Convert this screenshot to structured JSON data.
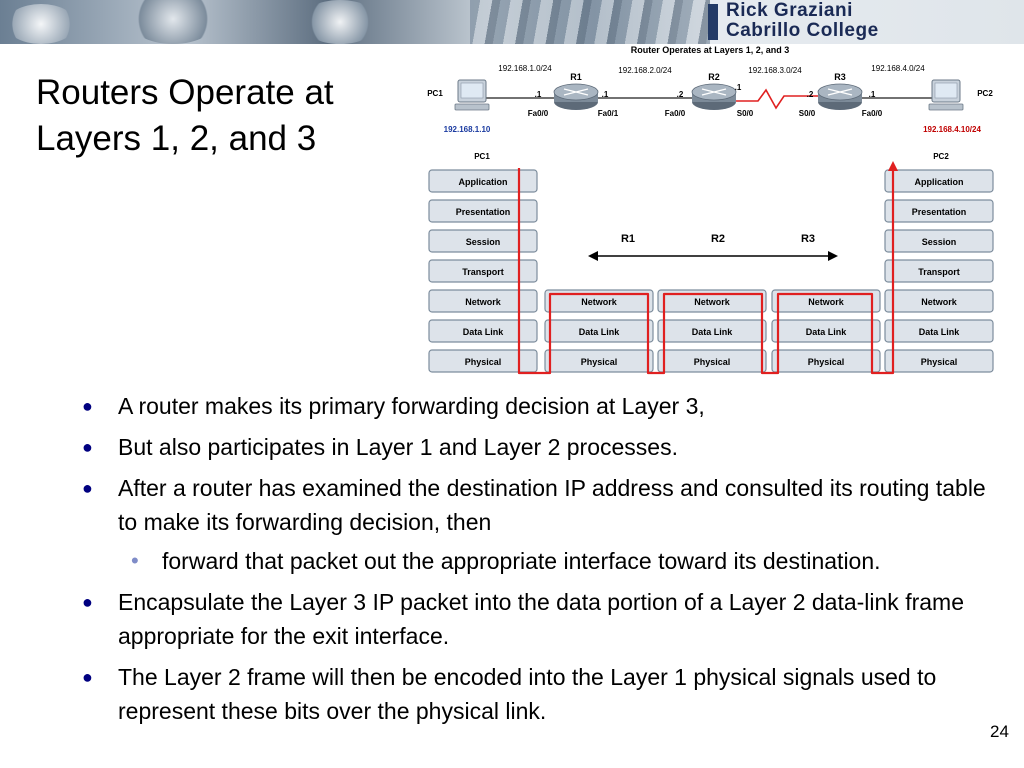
{
  "header": {
    "credit_line1": "Rick Graziani",
    "credit_line2": "Cabrillo College"
  },
  "slide": {
    "title": "Routers Operate at Layers 1, 2, and 3",
    "page_number": "24",
    "bullets": [
      {
        "level": 1,
        "text": "A router makes its primary forwarding decision at Layer 3,"
      },
      {
        "level": 1,
        "text": "But also participates in Layer 1 and Layer 2 processes."
      },
      {
        "level": 1,
        "text": "After a router has examined the destination IP address and consulted its routing table to make its forwarding decision, then"
      },
      {
        "level": 2,
        "text": "forward that packet out the appropriate interface toward its destination."
      },
      {
        "level": 1,
        "text": "Encapsulate the Layer 3 IP packet into the data portion of a Layer 2 data-link frame appropriate for the exit interface."
      },
      {
        "level": 1,
        "text": "The Layer 2 frame will then be encoded into the Layer 1 physical signals used to represent these bits over the physical link."
      }
    ]
  },
  "diagram": {
    "title": "Router Operates at Layers 1, 2, and 3",
    "networks": [
      "192.168.1.0/24",
      "192.168.2.0/24",
      "192.168.3.0/24",
      "192.168.4.0/24"
    ],
    "pc1": {
      "name": "PC1",
      "ip": "192.168.1.10"
    },
    "pc2": {
      "name": "PC2",
      "ip": "192.168.4.10/24"
    },
    "routers": [
      "R1",
      "R2",
      "R3"
    ],
    "host_ids": {
      "r1_left": ".1",
      "r1_right": ".1",
      "r2_left": ".2",
      "r2_right": ".1",
      "r3_left": ".2",
      "r3_right": ".1"
    },
    "interfaces": {
      "r1_left": "Fa0/0",
      "r1_right": "Fa0/1",
      "r2_left": "Fa0/0",
      "r2_right": "S0/0",
      "r3_left": "S0/0",
      "r3_right": "Fa0/0"
    },
    "host_layers": [
      "Application",
      "Presentation",
      "Session",
      "Transport",
      "Network",
      "Data Link",
      "Physical"
    ],
    "router_layers": [
      "Network",
      "Data Link",
      "Physical"
    ],
    "colors": {
      "path": "#e02020",
      "serial_link": "#e02020",
      "ip_text": "#1a3aa0",
      "ip_text_pc2": "#c00000",
      "layer_box": "#dde3ea"
    }
  }
}
